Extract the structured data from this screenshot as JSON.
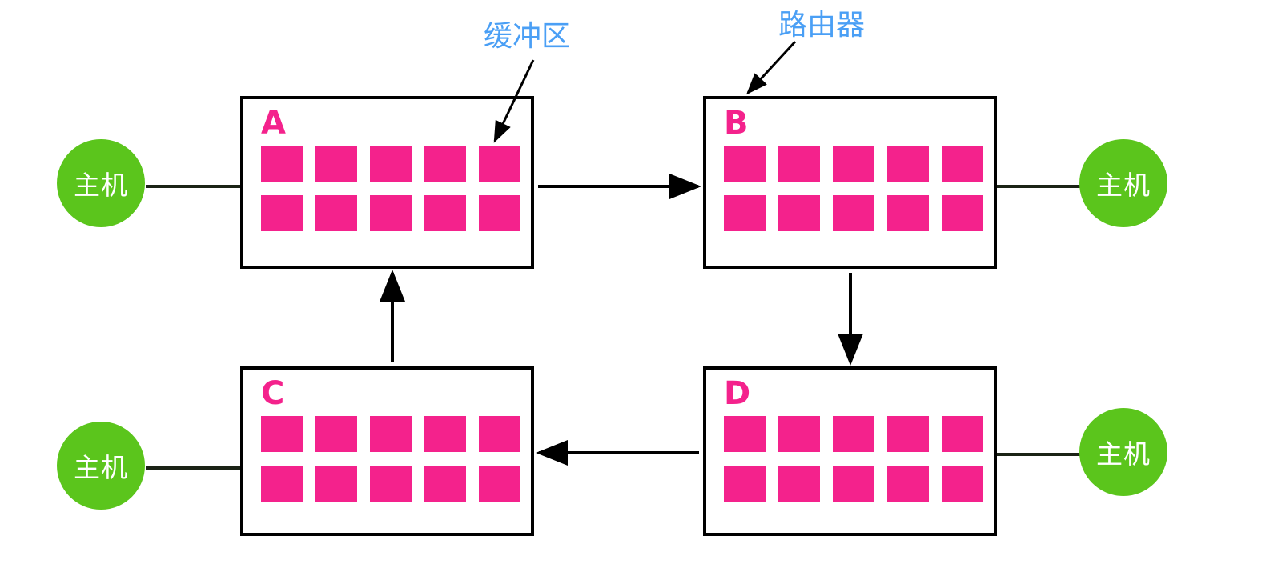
{
  "diagram": {
    "title_labels": [
      {
        "name": "buffer",
        "text": "缓冲区",
        "color": "#4A9FF5"
      },
      {
        "name": "router",
        "text": "路由器",
        "color": "#4A9FF5"
      }
    ],
    "colors": {
      "buffer_cell": "#F4228C",
      "router_letter": "#F4228C",
      "host_fill": "#5BC51C",
      "host_text": "#FFFFFF",
      "callout": "#4A9FF5",
      "line": "#000000",
      "background": "#FFFFFF"
    },
    "routers": [
      {
        "id": "A",
        "label": "A",
        "buffer_cells": 10,
        "rows": 2,
        "cols": 5
      },
      {
        "id": "B",
        "label": "B",
        "buffer_cells": 10,
        "rows": 2,
        "cols": 5
      },
      {
        "id": "C",
        "label": "C",
        "buffer_cells": 10,
        "rows": 2,
        "cols": 5
      },
      {
        "id": "D",
        "label": "D",
        "buffer_cells": 10,
        "rows": 2,
        "cols": 5
      }
    ],
    "hosts": [
      {
        "id": "host-top-left",
        "label": "主机",
        "attached_to": "A"
      },
      {
        "id": "host-top-right",
        "label": "主机",
        "attached_to": "B"
      },
      {
        "id": "host-bottom-left",
        "label": "主机",
        "attached_to": "C"
      },
      {
        "id": "host-bottom-right",
        "label": "主机",
        "attached_to": "D"
      }
    ],
    "flows": [
      {
        "from": "A",
        "to": "B",
        "direction": "right"
      },
      {
        "from": "B",
        "to": "D",
        "direction": "down"
      },
      {
        "from": "D",
        "to": "C",
        "direction": "left"
      },
      {
        "from": "C",
        "to": "A",
        "direction": "up"
      }
    ],
    "annotations": [
      {
        "name": "buffer-callout",
        "text": "缓冲区",
        "points_to": "buffer-cell-in-router-A"
      },
      {
        "name": "router-callout",
        "text": "路由器",
        "points_to": "router-box-B"
      }
    ]
  }
}
